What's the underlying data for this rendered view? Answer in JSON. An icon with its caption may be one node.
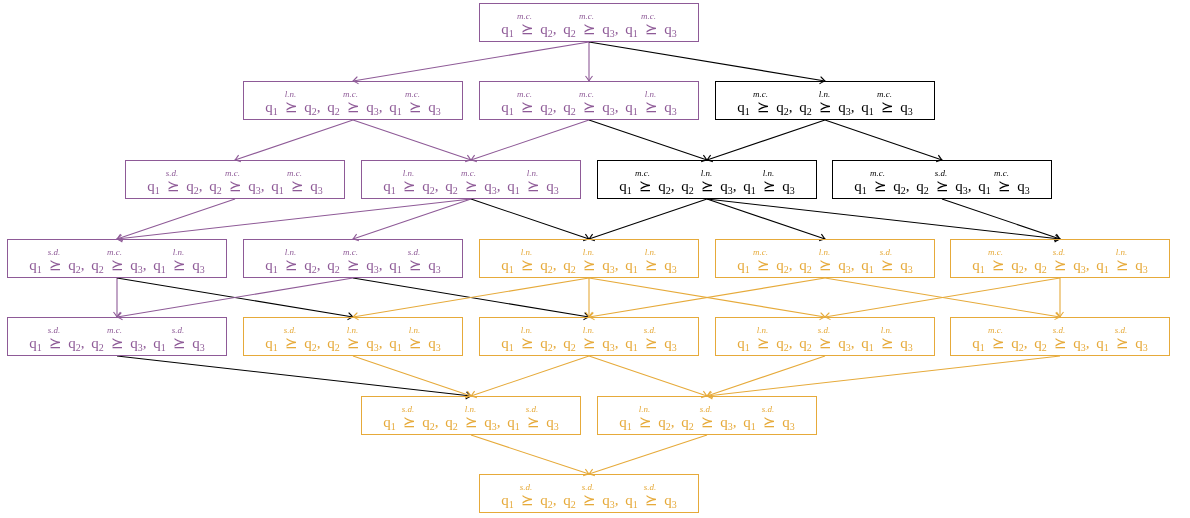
{
  "diagram": {
    "nodes": [
      {
        "text": [
          "q$_{1}$ ⪰$^{m.c.}$ q$_{2}$, q$_{2}$ ⪰$^{m.c.}$ q$_{3}$, q$_{1}$ ⪰$^{m.c.}$ q$_{3}$"
        ]
      },
      {
        "text": [
          "q$_{1}$ ⪰$^{l.n.}$ q$_{2}$, q$_{2}$ ⪰$^{m.c.}$ q$_{3}$, q$_{1}$ ⪰$^{m.c.}$ q$_{3}$"
        ]
      },
      {
        "text": [
          "q$_{1}$ ⪰$^{m.c.}$ q$_{2}$, q$_{2}$ ⪰$^{m.c.}$ q$_{3}$, q$_{1}$ ⪰$^{l.n.}$ q$_{3}$"
        ]
      },
      {
        "text": [
          "q$_{1}$ ⪰$^{m.c.}$ q$_{2}$, q$_{2}$ ⪰$^{l.n.}$ q$_{3}$, q$_{1}$ ⪰$^{m.c.}$ q$_{3}$"
        ]
      },
      {
        "text": [
          "q$_{1}$ ⪰$^{s.d.}$ q$_{2}$, q$_{2}$ ⪰$^{m.c.}$ q$_{3}$, q$_{1}$ ⪰$^{m.c.}$ q$_{3}$"
        ]
      },
      {
        "text": [
          "q$_{1}$ ⪰$^{l.n.}$ q$_{2}$, q$_{2}$ ⪰$^{m.c.}$ q$_{3}$, q$_{1}$ ⪰$^{l.n.}$ q$_{3}$"
        ]
      },
      {
        "text": [
          "q$_{1}$ ⪰$^{m.c.}$ q$_{2}$, q$_{2}$ ⪰$^{l.n.}$ q$_{3}$, q$_{1}$ ⪰$^{l.n.}$ q$_{3}$"
        ]
      },
      {
        "text": [
          "q$_{1}$ ⪰$^{m.c.}$ q$_{2}$, q$_{2}$ ⪰$^{s.d.}$ q$_{3}$, q$_{1}$ ⪰$^{m.c.}$ q$_{3}$"
        ]
      },
      {
        "text": [
          "q$_{1}$ ⪰$^{s.d.}$ q$_{2}$, q$_{2}$ ⪰$^{m.c.}$ q$_{3}$, q$_{1}$ ⪰$^{l.n.}$ q$_{3}$"
        ]
      },
      {
        "text": [
          "q$_{1}$ ⪰$^{l.n.}$ q$_{2}$, q$_{2}$ ⪰$^{m.c.}$ q$_{3}$, q$_{1}$ ⪰$^{s.d.}$ q$_{3}$"
        ]
      },
      {
        "text": [
          "q$_{1}$ ⪰$^{l.n.}$ q$_{2}$, q$_{2}$ ⪰$^{l.n.}$ q$_{3}$, q$_{1}$ ⪰$^{l.n.}$ q$_{3}$"
        ]
      },
      {
        "text": [
          "q$_{1}$ ⪰$^{m.c.}$ q$_{2}$, q$_{2}$ ⪰$^{l.n.}$ q$_{3}$, q$_{1}$ ⪰$^{s.d.}$ q$_{3}$"
        ]
      },
      {
        "text": [
          "q$_{1}$ ⪰$^{m.c.}$ q$_{2}$, q$_{2}$ ⪰$^{s.d.}$ q$_{3}$, q$_{1}$ ⪰$^{l.n.}$ q$_{3}$"
        ]
      },
      {
        "text": [
          "q$_{1}$ ⪰$^{s.d.}$ q$_{2}$, q$_{2}$ ⪰$^{m.c.}$ q$_{3}$, q$_{1}$ ⪰$^{s.d.}$ q$_{3}$"
        ]
      },
      {
        "text": [
          "q$_{1}$ ⪰$^{s.d.}$ q$_{2}$, q$_{2}$ ⪰$^{l.n.}$ q$_{3}$, q$_{1}$ ⪰$^{l.n.}$ q$_{3}$"
        ]
      },
      {
        "text": [
          "q$_{1}$ ⪰$^{l.n.}$ q$_{2}$, q$_{2}$ ⪰$^{l.n.}$ q$_{3}$, q$_{1}$ ⪰$^{s.d.}$ q$_{3}$"
        ]
      },
      {
        "text": [
          "q$_{1}$ ⪰$^{l.n.}$ q$_{2}$, q$_{2}$ ⪰$^{s.d.}$ q$_{3}$, q$_{1}$ ⪰$^{l.n.}$ q$_{3}$"
        ]
      },
      {
        "text": [
          "q$_{1}$ ⪰$^{m.c.}$ q$_{2}$, q$_{2}$ ⪰$^{s.d.}$ q$_{3}$, q$_{1}$ ⪰$^{s.d.}$ q$_{3}$"
        ]
      },
      {
        "text": [
          "q$_{1}$ ⪰$^{s.d.}$ q$_{2}$, q$_{2}$ ⪰$^{l.n.}$ q$_{3}$, q$_{1}$ ⪰$^{s.d.}$ q$_{3}$"
        ]
      },
      {
        "text": [
          "q$_{1}$ ⪰$^{l.n.}$ q$_{2}$, q$_{2}$ ⪰$^{s.d.}$ q$_{3}$, q$_{1}$ ⪰$^{s.d.}$ q$_{3}$"
        ]
      },
      {
        "text": [
          "q$_{1}$ ⪰$^{s.d.}$ q$_{2}$, q$_{2}$ ⪰$^{s.d.}$ q$_{3}$, q$_{1}$ ⪰$^{s.d.}$ q$_{3}$"
        ]
      }
    ],
    "edges": [
      {
        "from": 0,
        "to": 1,
        "arrow": "to",
        "color": "#8e5a97"
      },
      {
        "from": 0,
        "to": 2,
        "arrow": "to",
        "color": "#8e5a97"
      },
      {
        "from": 0,
        "to": 3,
        "arrow": "to",
        "color": "#000000"
      },
      {
        "from": 1,
        "to": 4,
        "arrow": "to",
        "color": "#8e5a97"
      },
      {
        "from": 1,
        "to": 5,
        "arrow": "to",
        "color": "#8e5a97"
      },
      {
        "from": 2,
        "to": 5,
        "arrow": "to",
        "color": "#8e5a97"
      },
      {
        "from": 2,
        "to": 6,
        "arrow": "to",
        "color": "#000000"
      },
      {
        "from": 3,
        "to": 6,
        "arrow": "to",
        "color": "#000000"
      },
      {
        "from": 3,
        "to": 7,
        "arrow": "to",
        "color": "#000000"
      },
      {
        "from": 4,
        "to": 8,
        "arrow": "to",
        "color": "#8e5a97"
      },
      {
        "from": 5,
        "to": 8,
        "arrow": "to",
        "color": "#8e5a97"
      },
      {
        "from": 5,
        "to": 9,
        "arrow": "to",
        "color": "#8e5a97"
      },
      {
        "from": 5,
        "to": 10,
        "arrow": "to",
        "color": "#000000"
      },
      {
        "from": 6,
        "to": 10,
        "arrow": "to",
        "color": "#000000"
      },
      {
        "from": 6,
        "to": 11,
        "arrow": "to",
        "color": "#000000"
      },
      {
        "from": 6,
        "to": 12,
        "arrow": "to",
        "color": "#000000"
      },
      {
        "from": 7,
        "to": 12,
        "arrow": "to",
        "color": "#000000"
      },
      {
        "from": 8,
        "to": 13,
        "arrow": "to",
        "color": "#8e5a97"
      },
      {
        "from": 8,
        "to": 14,
        "arrow": "to",
        "color": "#000000"
      },
      {
        "from": 9,
        "to": 13,
        "arrow": "to",
        "color": "#8e5a97"
      },
      {
        "from": 9,
        "to": 15,
        "arrow": "to",
        "color": "#000000"
      },
      {
        "from": 10,
        "to": 14,
        "arrow": "to"
      },
      {
        "from": 10,
        "to": 15,
        "arrow": "to"
      },
      {
        "from": 10,
        "to": 16,
        "arrow": "to"
      },
      {
        "from": 11,
        "to": 15,
        "arrow": "to"
      },
      {
        "from": 11,
        "to": 17,
        "arrow": "to"
      },
      {
        "from": 12,
        "to": 16,
        "arrow": "to"
      },
      {
        "from": 12,
        "to": 17,
        "arrow": "to"
      },
      {
        "from": 13,
        "to": 18,
        "arrow": "to",
        "color": "#000000"
      },
      {
        "from": 14,
        "to": 18,
        "arrow": "to"
      },
      {
        "from": 15,
        "to": 18,
        "arrow": "to"
      },
      {
        "from": 15,
        "to": 19,
        "arrow": "to"
      },
      {
        "from": 16,
        "to": 19,
        "arrow": "to"
      },
      {
        "from": 17,
        "to": 19,
        "arrow": "to"
      },
      {
        "from": 18,
        "to": 20,
        "arrow": "to"
      },
      {
        "from": 19,
        "to": 20,
        "arrow": "to"
      }
    ]
  }
}
